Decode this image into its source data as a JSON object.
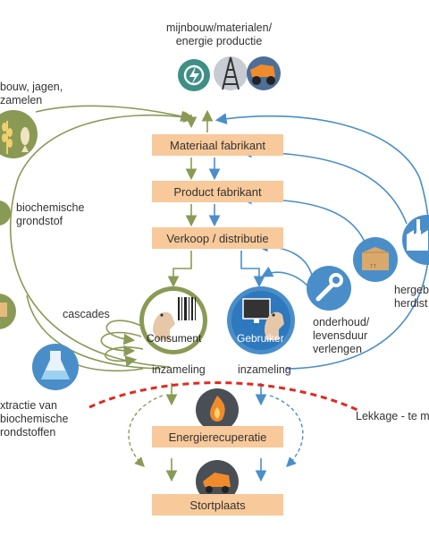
{
  "colors": {
    "box_fill": "#f8c99a",
    "bio_green": "#8a9a55",
    "tech_blue": "#4a8ec9",
    "leak_red": "#e0291f",
    "text": "#333333"
  },
  "top": {
    "title": "mijnbouw/materialen/\nenergie productie"
  },
  "boxes": {
    "materiaal": "Materiaal fabrikant",
    "product": "Product fabrikant",
    "verkoop": "Verkoop / distributie",
    "energie": "Energierecuperatie",
    "stort": "Stortplaats"
  },
  "left": {
    "landbouw": "bouw, jagen,\nzamelen",
    "biochemisch": "biochemische\ngrondstof",
    "cascades": "cascades",
    "extractie": "xtractie van\nbiochemische\nrondstoffen"
  },
  "circles": {
    "consument": "Consument",
    "gebruiker": "Gebruiker"
  },
  "labels": {
    "inzameling_left": "inzameling",
    "inzameling_right": "inzameling",
    "onderhoud": "onderhoud/\nlevensduur\nverlengen",
    "hergebruik": "hergeb\nherdist",
    "lekkage": "Lekkage - te m"
  },
  "icons": {
    "energy": "power-icon",
    "mining_tower": "oil-derrick-icon",
    "mining_truck": "dump-truck-icon",
    "grain": "wheat-fish-icon",
    "flask": "flask-icon",
    "barcode": "barcode-icon",
    "monitor": "monitor-icon",
    "wrench": "wrench-icon",
    "box": "cardboard-box-icon",
    "factory": "factory-icon",
    "fire": "fire-icon",
    "landfill": "landfill-truck-icon"
  }
}
